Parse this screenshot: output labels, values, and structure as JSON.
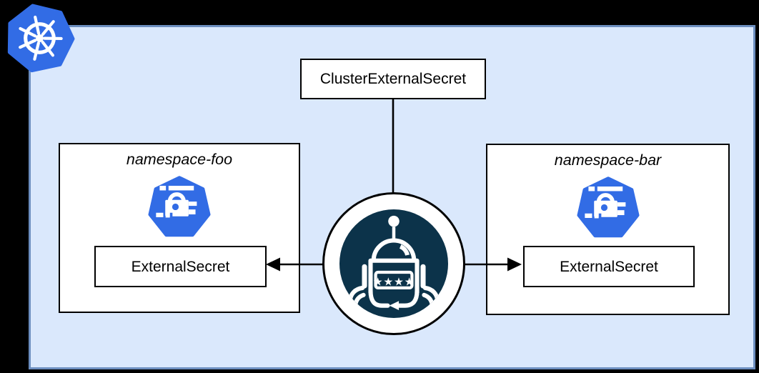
{
  "diagram": {
    "cluster_boundary": {
      "fill": "#dae8fc",
      "stroke": "#6c8ebf"
    },
    "cluster_node": {
      "label": "ClusterExternalSecret"
    },
    "namespaces": [
      {
        "id": "foo",
        "title": "namespace-foo",
        "resource": "ExternalSecret"
      },
      {
        "id": "bar",
        "title": "namespace-bar",
        "resource": "ExternalSecret"
      }
    ],
    "operator": {
      "password_text": "★★★★",
      "color": "#0c334a"
    },
    "colors": {
      "kubernetes_blue": "#326ce5",
      "node_fill": "#ffffff",
      "node_stroke": "#000000",
      "page_background": "#000000"
    },
    "edges": [
      {
        "from": "cluster-external-secret",
        "to": "operator",
        "arrow": "none"
      },
      {
        "from": "operator",
        "to": "external-secret-foo",
        "arrow": "end"
      },
      {
        "from": "operator",
        "to": "external-secret-bar",
        "arrow": "end"
      }
    ]
  }
}
